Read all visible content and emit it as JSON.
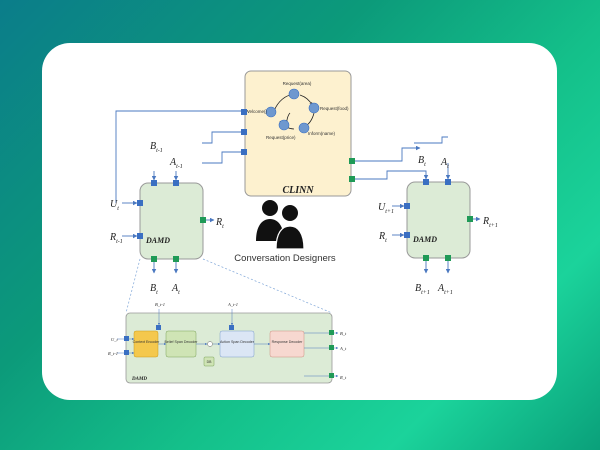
{
  "clinn": {
    "title": "CLINN",
    "states": [
      "Request(area)",
      "Welcome()",
      "Request(food)",
      "Request(price)",
      "Inform(name)"
    ]
  },
  "designers_label": "Conversation Designers",
  "left_damd": {
    "title": "DAMD",
    "in_u": "U",
    "in_u_sub": "t",
    "in_r": "R",
    "in_r_sub": "t-1",
    "in_b": "B",
    "in_b_sub": "t-1",
    "in_a": "A",
    "in_a_sub": "t-1",
    "out_r": "R",
    "out_r_sub": "t",
    "out_b": "B",
    "out_b_sub": "t",
    "out_a": "A",
    "out_a_sub": "t"
  },
  "right_damd": {
    "title": "DAMD",
    "in_u": "U",
    "in_u_sub": "t+1",
    "in_r": "R",
    "in_r_sub": "t",
    "in_b": "B",
    "in_b_sub": "t",
    "in_a": "A",
    "in_a_sub": "t",
    "out_r": "R",
    "out_r_sub": "t+1",
    "out_b": "B",
    "out_b_sub": "t+1",
    "out_a": "A",
    "out_a_sub": "t+1"
  },
  "detail": {
    "title": "DAMD",
    "modules": [
      "Context Encoder",
      "Belief Span Decoder",
      "Action Span Decoder",
      "Response Decoder"
    ],
    "db": "DB",
    "in_u": "U_t",
    "in_r": "R_t-1",
    "in_b": "B_t-1",
    "in_a": "A_t-1",
    "out_b": "B_t",
    "out_a": "A_t",
    "out_r": "R_t"
  },
  "colors": {
    "clinn_fill": "#fdf1cf",
    "damd_fill": "#dcebd6",
    "port_blue": "#3a6fc2",
    "port_green": "#1f9a57",
    "arrow": "#4a78c0"
  }
}
